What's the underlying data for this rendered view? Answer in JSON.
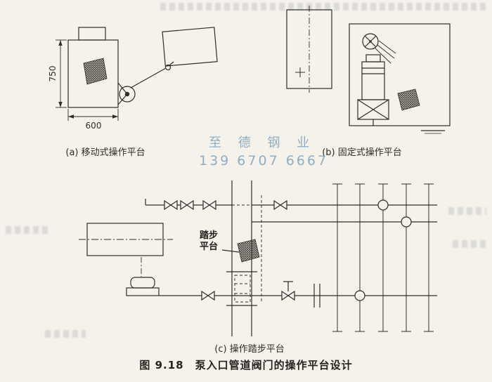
{
  "page": {
    "caption": "图 9.18　泵入口管道阀门的操作平台设计",
    "paper_color": "#f5f2ec",
    "ink_color": "#2f2d2a"
  },
  "watermark": {
    "brand": "至 德 钢 业",
    "phone": "139 6707 6667",
    "color": "#7da2be"
  },
  "figure_a": {
    "label": "(a) 移动式操作平台",
    "dim_height": "750",
    "dim_width": "600"
  },
  "figure_b": {
    "label": "(b) 固定式操作平台"
  },
  "figure_c": {
    "label": "(c) 操作踏步平台",
    "callout_line1": "踏步",
    "callout_line2": "平台"
  }
}
